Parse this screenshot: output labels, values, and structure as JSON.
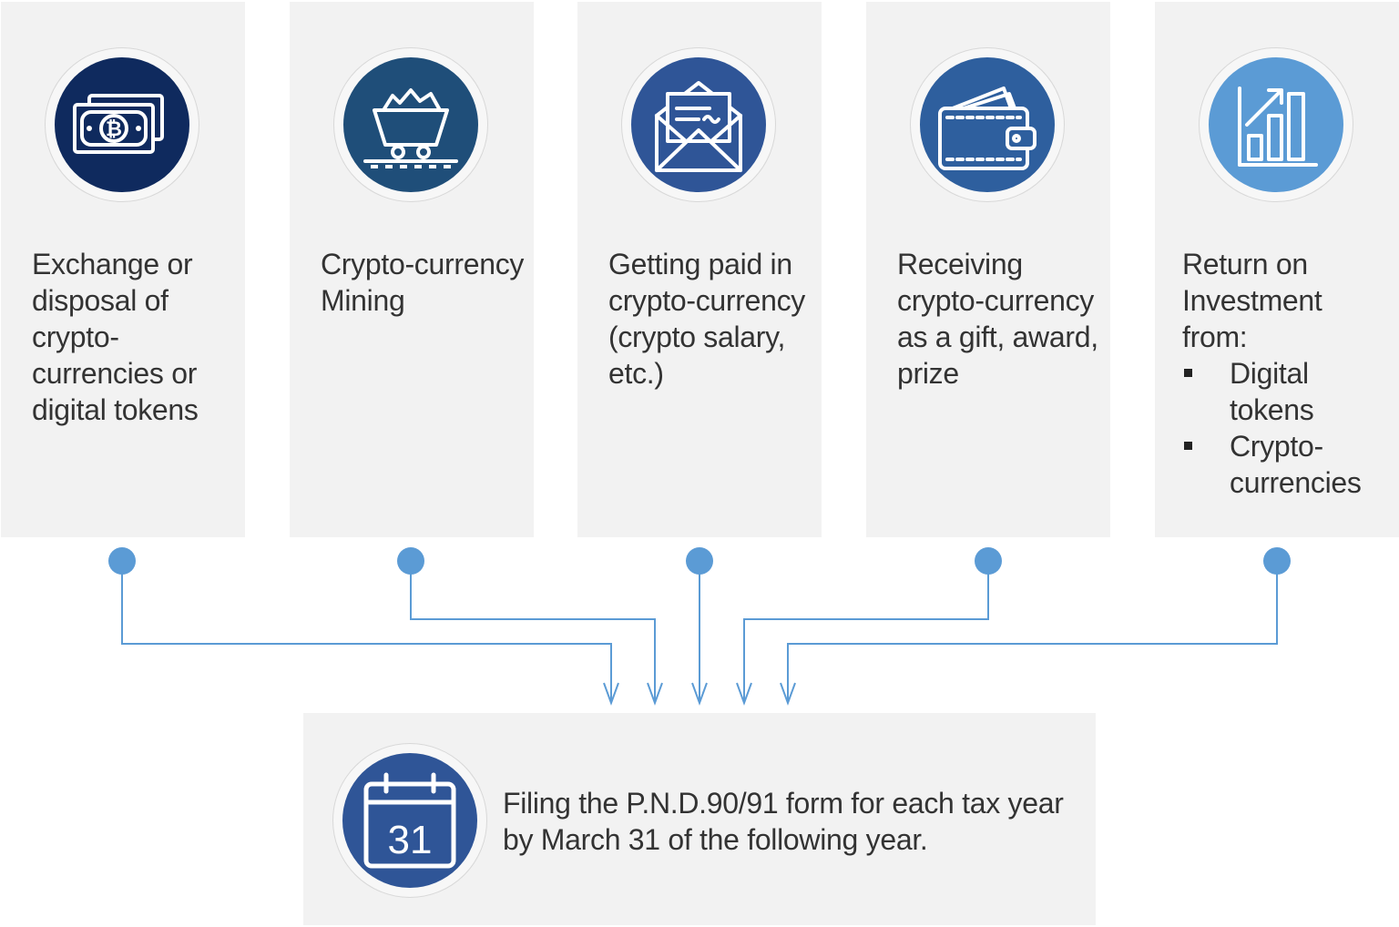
{
  "colors": {
    "card_bg": "#f2f2f2",
    "connector": "#5b9bd5",
    "icon_navy": "#0f2a5e",
    "icon_steel": "#1f4e79",
    "icon_royal": "#2f5597",
    "icon_medium": "#2e5f9e",
    "icon_light": "#5b9bd5",
    "calendar_blue": "#2f5597",
    "text": "#333333"
  },
  "cards": [
    {
      "icon": "bitcoin-banknote-icon",
      "text": "Exchange or disposal of crypto-currencies or digital tokens"
    },
    {
      "icon": "mining-cart-icon",
      "text": "Crypto-currency Mining"
    },
    {
      "icon": "envelope-letter-icon",
      "text": "Getting paid in crypto-currency (crypto salary, etc.)"
    },
    {
      "icon": "wallet-cards-icon",
      "text": "Receiving crypto-currency as a gift, award, prize"
    },
    {
      "icon": "growth-chart-icon",
      "intro": "Return on Investment from:",
      "bullets": [
        "Digital tokens",
        "Crypto-currencies"
      ]
    }
  ],
  "filing": {
    "icon": "calendar-icon",
    "calendar_day": "31",
    "text": "Filing the P.N.D.90/91 form for each tax year by March 31 of the following year."
  }
}
